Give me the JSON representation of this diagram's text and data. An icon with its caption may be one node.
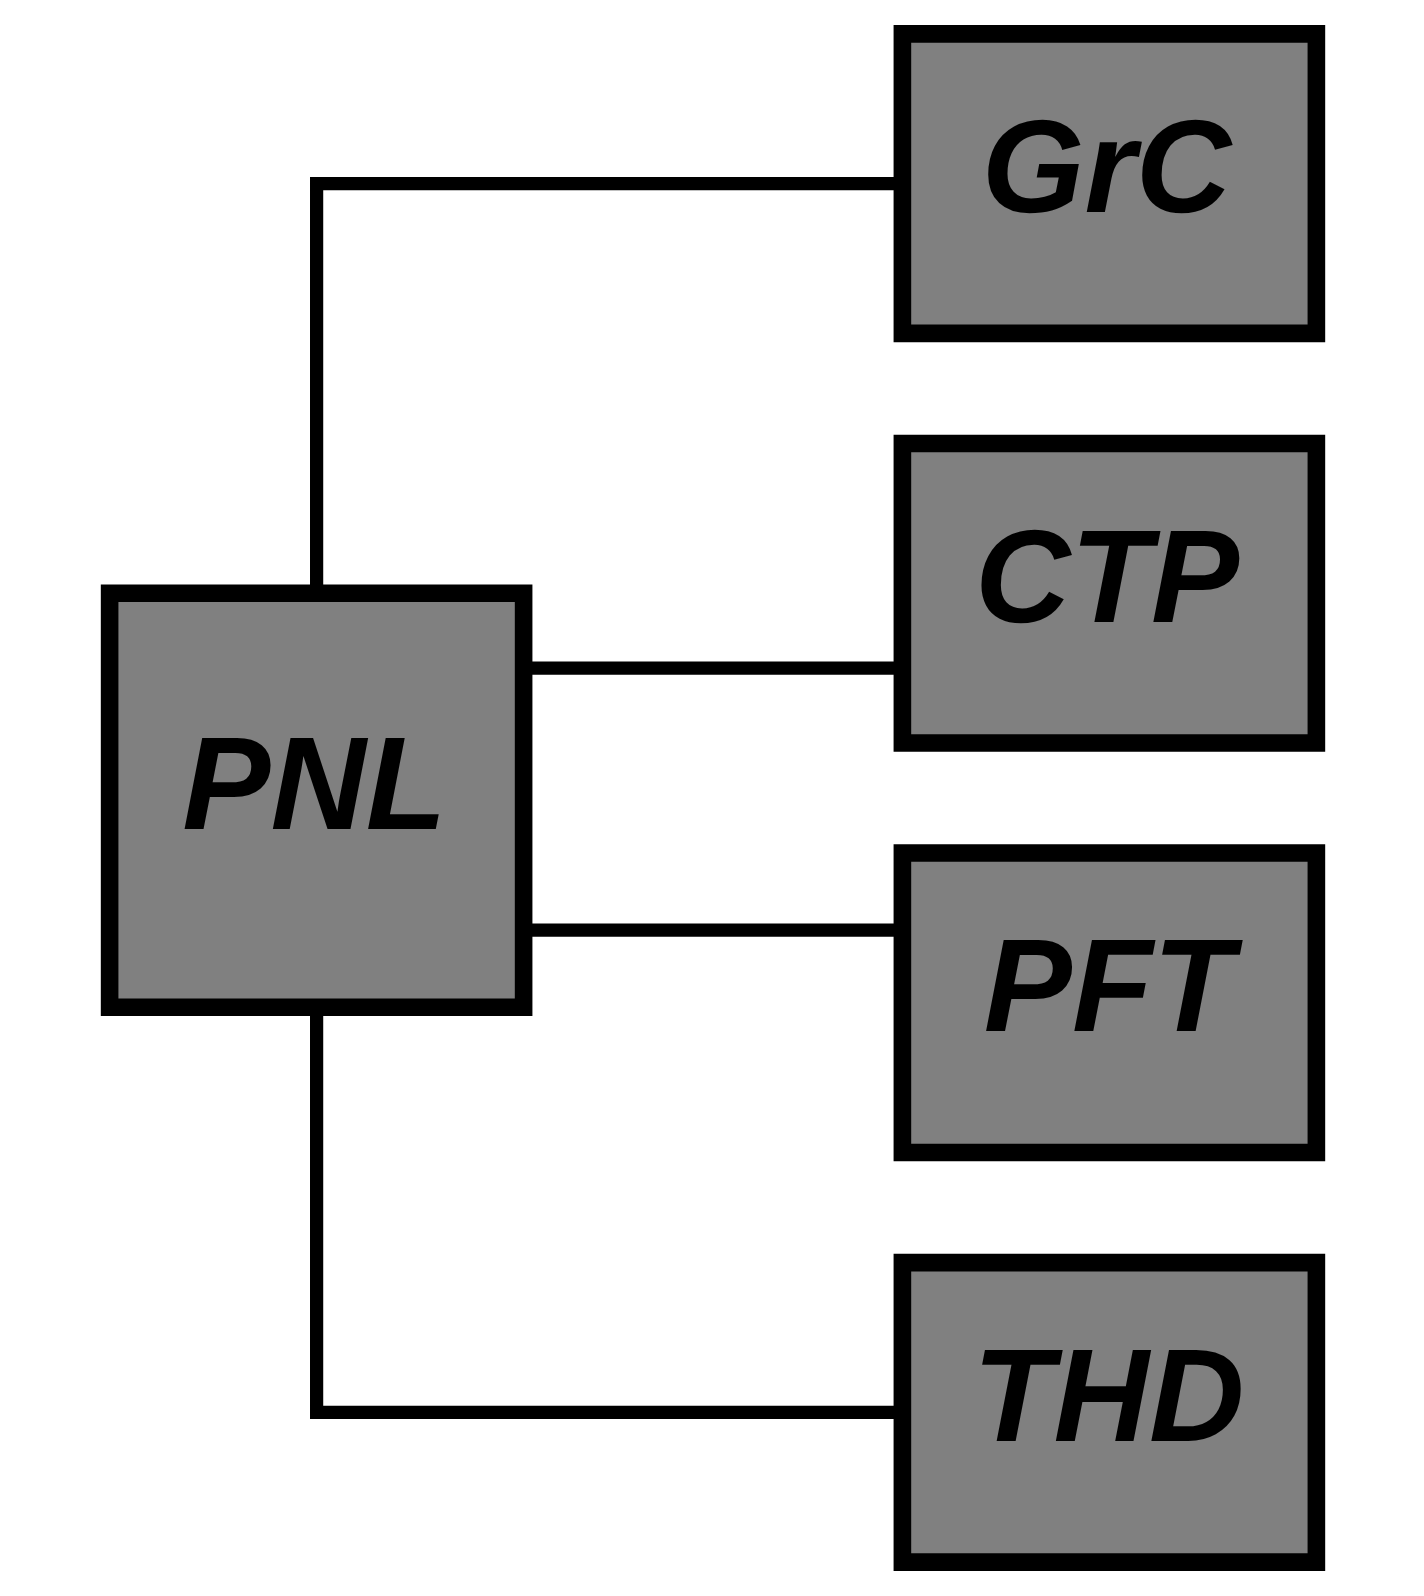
{
  "diagram": {
    "nodes": [
      {
        "text": [
          "PNL"
        ]
      },
      {
        "text": [
          "GrC"
        ]
      },
      {
        "text": [
          "CTP"
        ]
      },
      {
        "text": [
          "PFT"
        ]
      },
      {
        "text": [
          "THD"
        ]
      }
    ],
    "edges": [
      {
        "from": 0,
        "to": 1,
        "arrow": "none"
      },
      {
        "from": 0,
        "to": 2,
        "arrow": "none"
      },
      {
        "from": 0,
        "to": 3,
        "arrow": "none"
      },
      {
        "from": 0,
        "to": 4,
        "arrow": "none"
      }
    ]
  }
}
